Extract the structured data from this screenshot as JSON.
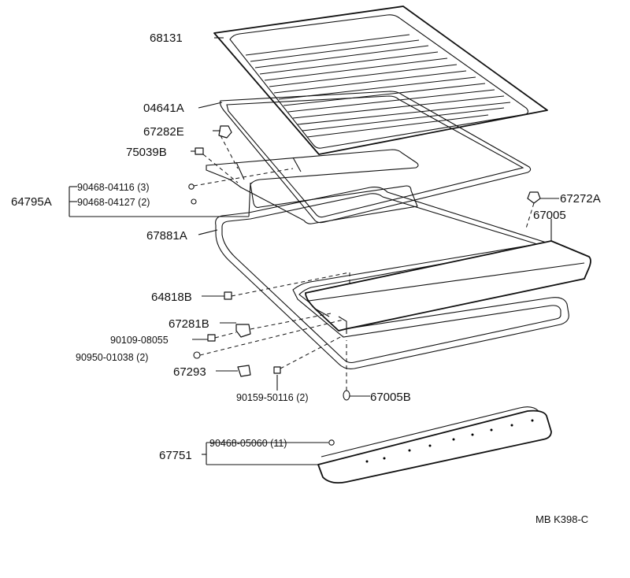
{
  "diagram": {
    "reference": "MB  K398-C",
    "labels": {
      "p68131": "68131",
      "p04641A": "04641A",
      "p67282E": "67282E",
      "p75039B": "75039B",
      "p64795A": "64795A",
      "p90468_04116": "90468-04116 (3)",
      "p90468_04127": "90468-04127 (2)",
      "p67881A": "67881A",
      "p67272A": "67272A",
      "p67005": "67005",
      "p64818B": "64818B",
      "p67281B": "67281B",
      "p90109_08055": "90109-08055",
      "p90950_01038": "90950-01038 (2)",
      "p67293": "67293",
      "p90159_50116": "90159-50116 (2)",
      "p67005B": "67005B",
      "p67751": "67751",
      "p90468_05060": "90468-05060 (11)"
    }
  }
}
